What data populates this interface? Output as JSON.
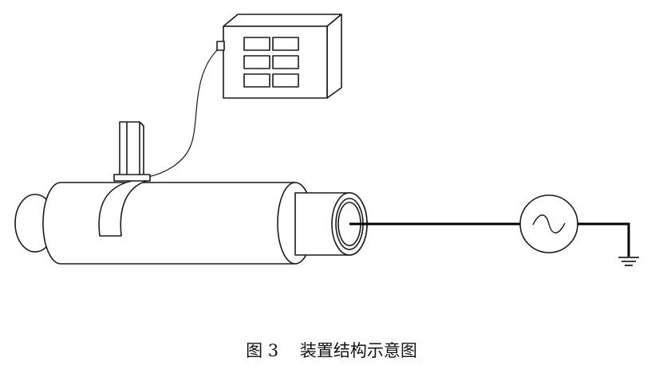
{
  "caption": {
    "label": "图 3",
    "title": "装置结构示意图"
  },
  "colors": {
    "stroke": "#1a1a1a",
    "wire": "#000000",
    "fill": "#ffffff"
  },
  "parts": {
    "control_box": {
      "icon": "control-box-icon",
      "display_cells": 6
    },
    "clamp_probe": {
      "icon": "clamp-probe-icon"
    },
    "pipe": {
      "icon": "pipe-cylinder-icon"
    },
    "ac_source": {
      "icon": "ac-source-icon",
      "symbol": "~"
    },
    "ground": {
      "icon": "ground-icon"
    }
  }
}
